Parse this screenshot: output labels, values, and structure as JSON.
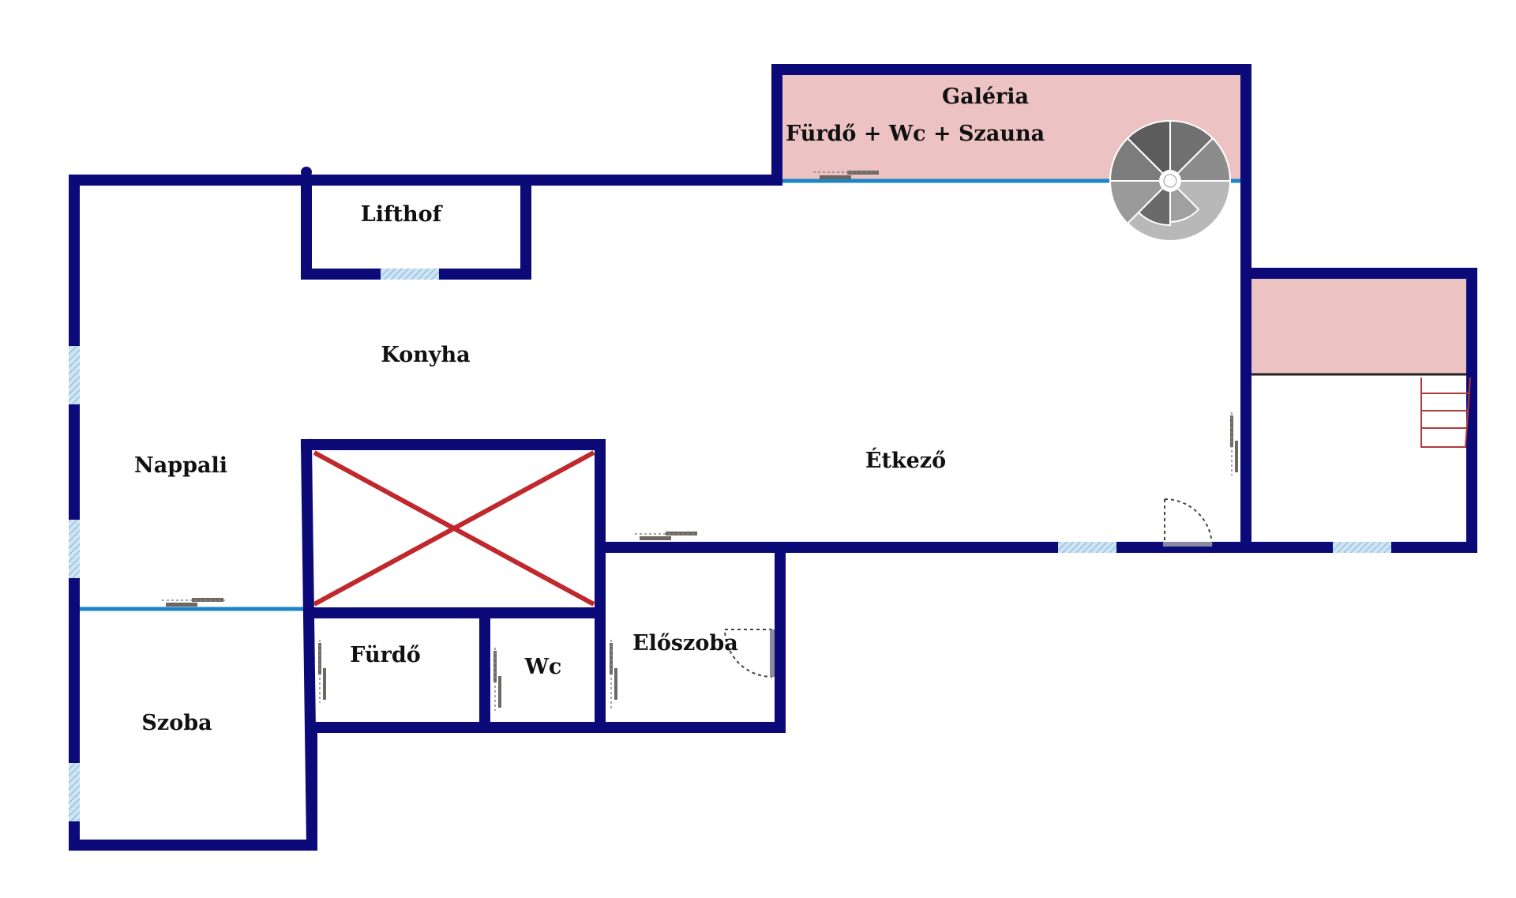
{
  "rooms": {
    "galeria": "Galéria",
    "galeria_sub": "Fürdő + Wc + Szauna",
    "lifthof": "Lifthof",
    "konyha": "Konyha",
    "nappali": "Nappali",
    "etkezo": "Étkező",
    "furdo": "Fürdő",
    "wc": "Wc",
    "eloszoba": "Előszoba",
    "szoba": "Szoba"
  },
  "colors": {
    "wall": "#0b0a78",
    "gallery_fill": "#ecc2c2",
    "void_cross": "#c0282d",
    "glass_partition": "#1a86c7",
    "window_hatch": "#a9cfe8",
    "stair_outline": "#b03a3a"
  }
}
